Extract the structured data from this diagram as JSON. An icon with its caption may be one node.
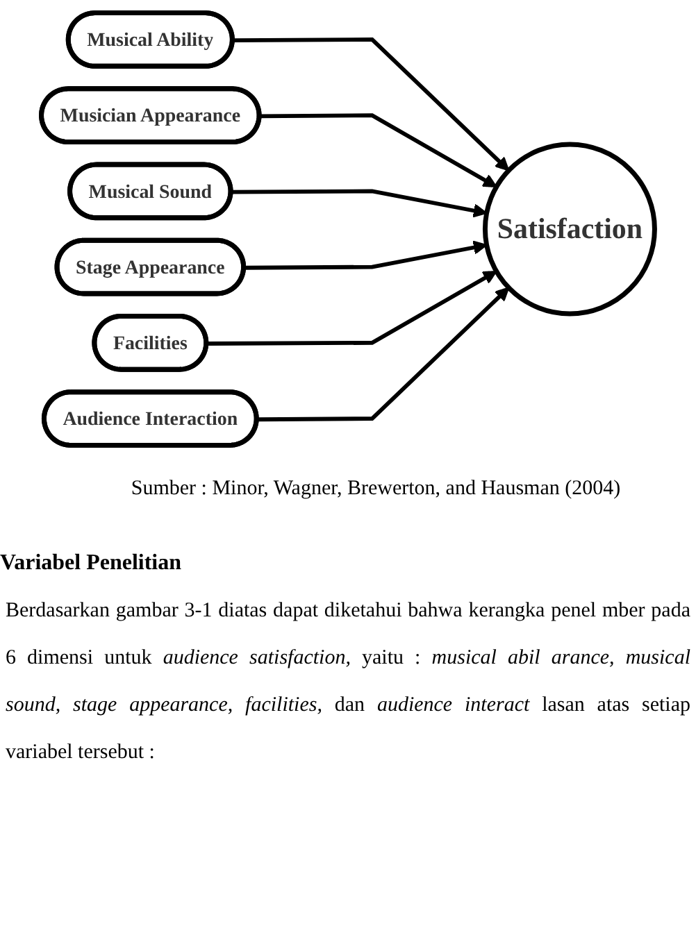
{
  "diagram": {
    "caption": "Sumber : Minor, Wagner, Brewerton, and Hausman (2004)",
    "nodes": [
      {
        "text": [
          "Musical Ability"
        ]
      },
      {
        "text": [
          "Musician Appearance"
        ]
      },
      {
        "text": [
          "Musical Sound"
        ]
      },
      {
        "text": [
          "Stage Appearance"
        ]
      },
      {
        "text": [
          "Facilities"
        ]
      },
      {
        "text": [
          "Audience Interaction"
        ]
      },
      {
        "text": [
          "Satisfaction"
        ]
      }
    ],
    "edges": [
      {
        "from": 0,
        "to": 6,
        "arrow": "to"
      },
      {
        "from": 1,
        "to": 6,
        "arrow": "to"
      },
      {
        "from": 2,
        "to": 6,
        "arrow": "to"
      },
      {
        "from": 3,
        "to": 6,
        "arrow": "to"
      },
      {
        "from": 4,
        "to": 6,
        "arrow": "to"
      },
      {
        "from": 5,
        "to": 6,
        "arrow": "to"
      }
    ],
    "labels": [
      "Variabel Penelitian",
      "Berdasarkan gambar 3-1 diatas dapat diketahui bahwa kerangka penel mber pada 6 dimensi untuk *audience satisfaction,* yaitu : *musical abil arance, musical sound, stage appearance, facilities,* dan *audience interact* lasan atas setiap variabel tersebut :"
    ]
  }
}
